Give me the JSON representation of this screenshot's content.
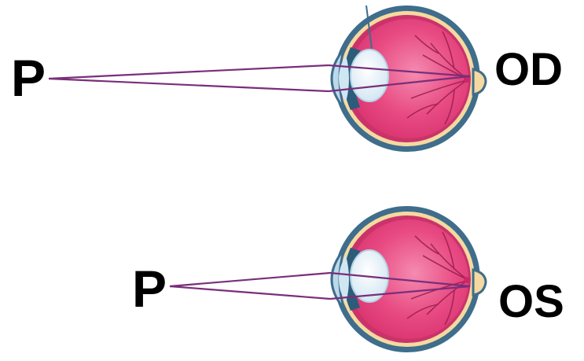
{
  "labels": {
    "top_point": "P",
    "top_eye": "OD",
    "bottom_point": "P",
    "bottom_eye": "OS"
  },
  "colors": {
    "ray": "#7a2e7a",
    "eye_outer": "#3f6d8c",
    "eye_sclera": "#f6d9a0",
    "eye_inner": "#e53d78",
    "eye_inner_light": "#f06b98",
    "lens": "#eaf4fb",
    "cornea": "#bcd9ea",
    "vessel": "#9a1f4f"
  },
  "icons": [
    "eye-od-icon",
    "eye-os-icon"
  ]
}
